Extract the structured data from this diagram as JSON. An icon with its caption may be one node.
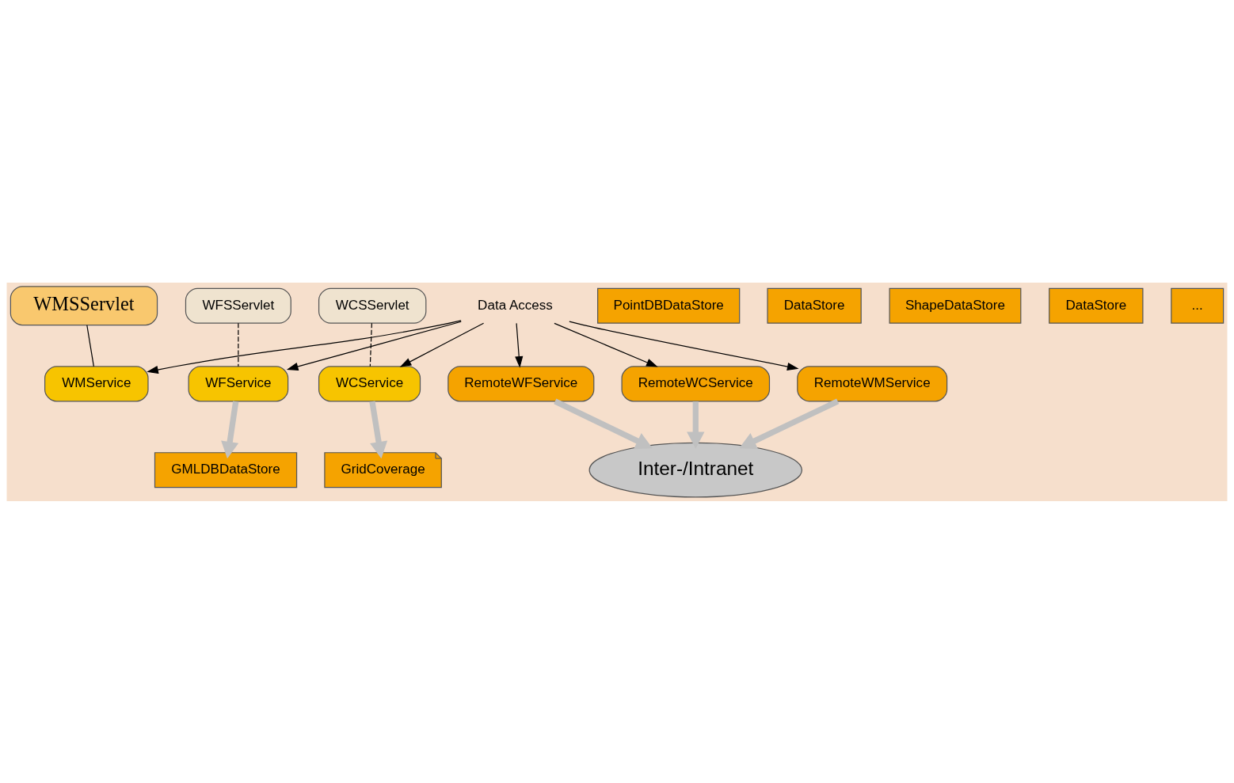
{
  "diagram": {
    "nodes": [
      {
        "text": [
          "WMSServlet"
        ]
      },
      {
        "text": [
          "WFSServlet"
        ]
      },
      {
        "text": [
          "WCSServlet"
        ]
      },
      {
        "text": [
          "WMService"
        ]
      },
      {
        "text": [
          "WFService"
        ]
      },
      {
        "text": [
          "WCService"
        ]
      },
      {
        "text": [
          "Data Access"
        ]
      },
      {
        "text": [
          "RemoteWFService"
        ]
      },
      {
        "text": [
          "RemoteWCService"
        ]
      },
      {
        "text": [
          "RemoteWMService"
        ]
      },
      {
        "text": [
          "GMLDBDataStore"
        ]
      },
      {
        "text": [
          "PointDBDataStore"
        ]
      },
      {
        "text": [
          "DataStore"
        ]
      },
      {
        "text": [
          "ShapeDataStore"
        ]
      },
      {
        "text": [
          "DataStore"
        ]
      },
      {
        "text": [
          "..."
        ]
      },
      {
        "text": [
          "GridCoverage"
        ]
      },
      {
        "text": [
          "Inter-/Intranet"
        ]
      }
    ],
    "edges": [
      {
        "from": 0,
        "to": 3,
        "arrow": "none"
      },
      {
        "from": 1,
        "to": 4,
        "arrow": "none",
        "style": "dashed"
      },
      {
        "from": 2,
        "to": 5,
        "arrow": "none",
        "style": "dashed"
      },
      {
        "from": 6,
        "to": 3,
        "arrow": "to"
      },
      {
        "from": 6,
        "to": 4,
        "arrow": "to"
      },
      {
        "from": 6,
        "to": 5,
        "arrow": "to"
      },
      {
        "from": 6,
        "to": 7,
        "arrow": "to"
      },
      {
        "from": 6,
        "to": 8,
        "arrow": "to"
      },
      {
        "from": 6,
        "to": 9,
        "arrow": "to"
      },
      {
        "from": 4,
        "to": 10,
        "arrow": "to",
        "style": "thick",
        "color": "#c0c0c0"
      },
      {
        "from": 5,
        "to": 16,
        "arrow": "to",
        "style": "thick",
        "color": "#c0c0c0"
      },
      {
        "from": 7,
        "to": 17,
        "arrow": "to",
        "style": "thick",
        "color": "#c0c0c0"
      },
      {
        "from": 8,
        "to": 17,
        "arrow": "to",
        "style": "thick",
        "color": "#c0c0c0"
      },
      {
        "from": 9,
        "to": 17,
        "arrow": "to",
        "style": "thick",
        "color": "#c0c0c0"
      }
    ]
  }
}
